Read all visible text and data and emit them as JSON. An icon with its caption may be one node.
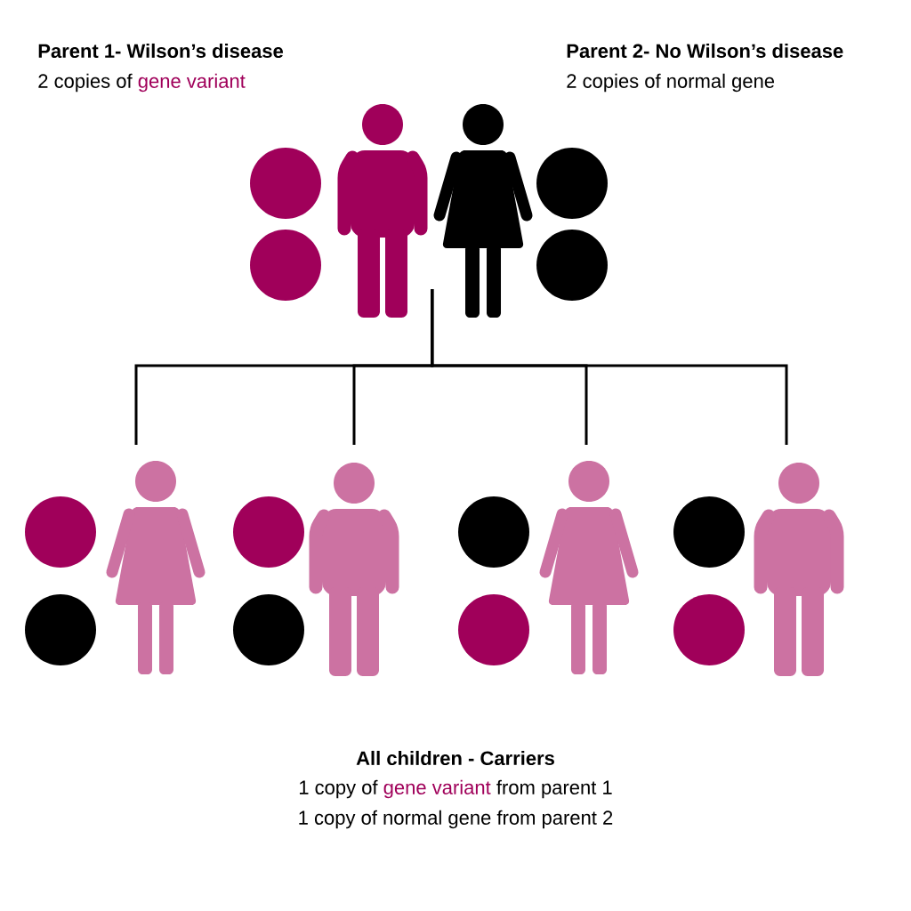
{
  "diagram": {
    "nodes": [
      {
        "text": [],
        "shape": "person"
      },
      {
        "text": [],
        "shape": "person"
      },
      {
        "text": [],
        "shape": "person"
      },
      {
        "text": [],
        "shape": "person"
      },
      {
        "text": [],
        "shape": "person"
      },
      {
        "text": [],
        "shape": "person"
      },
      {
        "text": [],
        "shape": "circle"
      },
      {
        "text": [],
        "shape": "circle"
      },
      {
        "text": [],
        "shape": "circle"
      },
      {
        "text": [],
        "shape": "circle"
      },
      {
        "text": [],
        "shape": "circle"
      },
      {
        "text": [],
        "shape": "circle"
      },
      {
        "text": [],
        "shape": "circle"
      },
      {
        "text": [],
        "shape": "circle"
      },
      {
        "text": [],
        "shape": "circle"
      },
      {
        "text": [],
        "shape": "circle"
      },
      {
        "text": [],
        "shape": "circle"
      },
      {
        "text": [],
        "shape": "circle"
      }
    ],
    "edges": [
      {
        "from": 1,
        "to": 2,
        "arrow": "none"
      },
      {
        "from": 1,
        "to": 3,
        "arrow": "none"
      },
      {
        "from": 1,
        "to": 4,
        "arrow": "none"
      },
      {
        "from": 1,
        "to": 5,
        "arrow": "none"
      }
    ],
    "labels": [
      "Parent 1- Wilson’s disease",
      "2 copies of",
      "gene variant",
      "Parent 2- No Wilson’s disease",
      "2 copies of normal gene",
      "All children - Carriers",
      "1 copy of",
      "gene variant",
      "from parent 1",
      "1 copy of normal gene from parent 2"
    ]
  }
}
